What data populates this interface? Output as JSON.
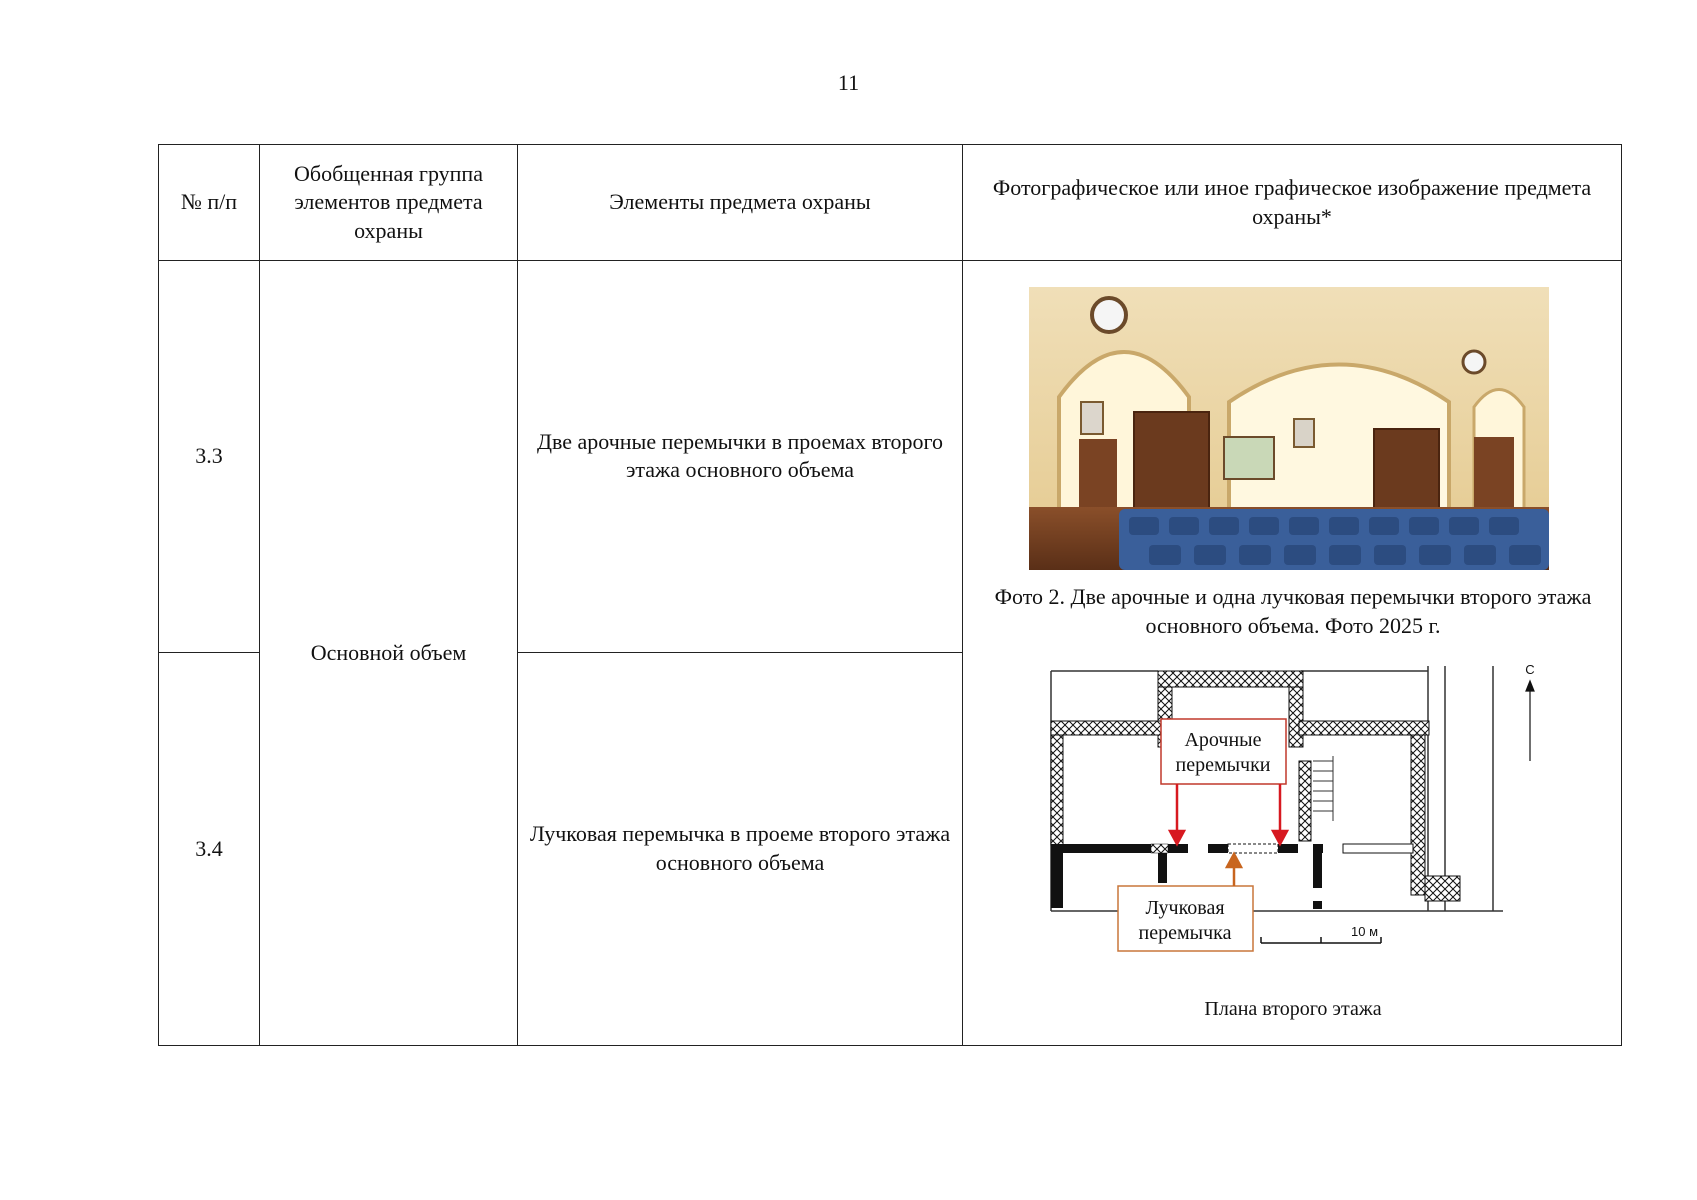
{
  "page": {
    "number": "11"
  },
  "table": {
    "headers": {
      "num": "№ п/п",
      "group": "Обобщенная группа элементов предмета охраны",
      "elements": "Элементы предмета охраны",
      "image": "Фотографическое или иное графическое изображение предмета охраны*"
    },
    "group_value": "Основной объем",
    "rows": [
      {
        "num": "3.3",
        "element": "Две арочные перемычки в проемах второго этажа основного объема"
      },
      {
        "num": "3.4",
        "element": "Лучковая перемычка в проеме второго этажа основного объема"
      }
    ],
    "photo_caption": "Фото 2. Две арочные и одна лучковая перемычки второго этажа основного объема. Фото 2025 г.",
    "plan": {
      "label_arch": [
        "Арочные",
        "перемычки"
      ],
      "label_bow": [
        "Лучковая",
        "перемычка"
      ],
      "north": "С",
      "scale": "10 м",
      "caption": "Плана второго этажа"
    }
  }
}
